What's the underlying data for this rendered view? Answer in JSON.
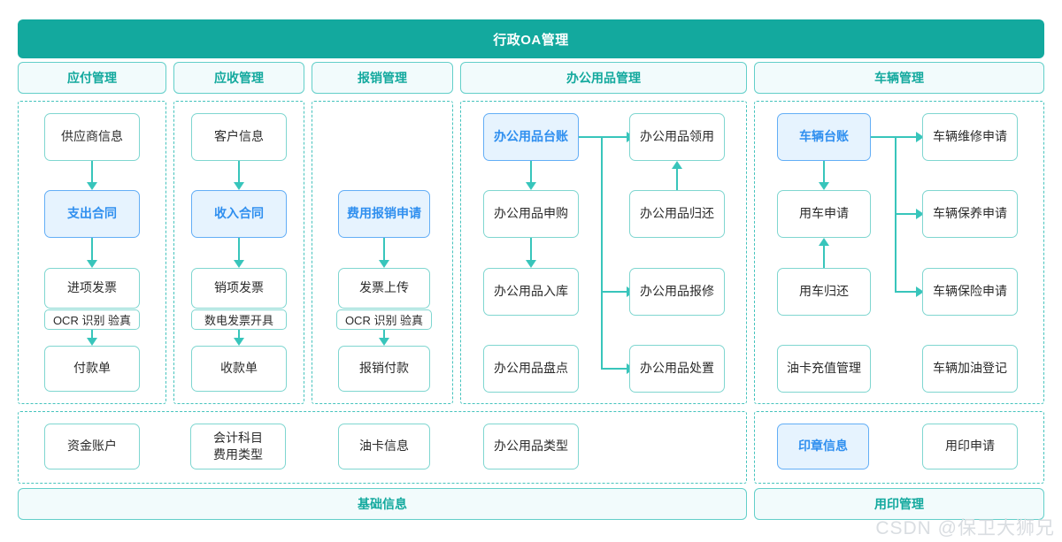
{
  "banner": {
    "title": "行政OA管理"
  },
  "columns": [
    {
      "key": "payable",
      "header": "应付管理"
    },
    {
      "key": "receivable",
      "header": "应收管理"
    },
    {
      "key": "reimburse",
      "header": "报销管理"
    },
    {
      "key": "supplies",
      "header": "办公用品管理"
    },
    {
      "key": "vehicle",
      "header": "车辆管理"
    }
  ],
  "payable": {
    "nodes": [
      {
        "label": "供应商信息",
        "style": "plain"
      },
      {
        "label": "支出合同",
        "style": "blue"
      },
      {
        "label": "进项发票",
        "style": "plain",
        "sub": "OCR 识别 验真"
      },
      {
        "label": "付款单",
        "style": "plain"
      }
    ]
  },
  "receivable": {
    "nodes": [
      {
        "label": "客户信息",
        "style": "plain"
      },
      {
        "label": "收入合同",
        "style": "blue"
      },
      {
        "label": "销项发票",
        "style": "plain",
        "sub": "数电发票开具"
      },
      {
        "label": "收款单",
        "style": "plain"
      }
    ]
  },
  "reimburse": {
    "nodes": [
      {
        "label": "费用报销申请",
        "style": "blue"
      },
      {
        "label": "发票上传",
        "style": "plain",
        "sub": "OCR 识别 验真"
      },
      {
        "label": "报销付款",
        "style": "plain"
      }
    ]
  },
  "supplies": {
    "left": [
      {
        "label": "办公用品台账",
        "style": "blue"
      },
      {
        "label": "办公用品申购",
        "style": "plain"
      },
      {
        "label": "办公用品入库",
        "style": "plain"
      },
      {
        "label": "办公用品盘点",
        "style": "plain"
      }
    ],
    "right": [
      {
        "label": "办公用品领用",
        "style": "plain"
      },
      {
        "label": "办公用品归还",
        "style": "plain"
      },
      {
        "label": "办公用品报修",
        "style": "plain"
      },
      {
        "label": "办公用品处置",
        "style": "plain"
      }
    ]
  },
  "vehicle": {
    "left": [
      {
        "label": "车辆台账",
        "style": "blue"
      },
      {
        "label": "用车申请",
        "style": "plain"
      },
      {
        "label": "用车归还",
        "style": "plain"
      },
      {
        "label": "油卡充值管理",
        "style": "plain"
      }
    ],
    "right": [
      {
        "label": "车辆维修申请",
        "style": "plain"
      },
      {
        "label": "车辆保养申请",
        "style": "plain"
      },
      {
        "label": "车辆保险申请",
        "style": "plain"
      },
      {
        "label": "车辆加油登记",
        "style": "plain"
      }
    ]
  },
  "basic": {
    "footer": "基础信息",
    "nodes": [
      {
        "label": "资金账户",
        "style": "plain"
      },
      {
        "label": "会计科目\n费用类型",
        "style": "plain"
      },
      {
        "label": "油卡信息",
        "style": "plain"
      },
      {
        "label": "办公用品类型",
        "style": "plain"
      }
    ]
  },
  "seal": {
    "footer": "用印管理",
    "nodes": [
      {
        "label": "印章信息",
        "style": "blue"
      },
      {
        "label": "用印申请",
        "style": "plain"
      }
    ]
  },
  "watermark": {
    "text": "CSDN @保卫大狮兄"
  },
  "colors": {
    "banner_bg": "#13a99e",
    "teal_border": "#63cfc9",
    "teal_text": "#13a99e",
    "node_border": "#7fd6d0",
    "connector": "#38c5bb",
    "blue_bg": "#e6f3fe",
    "blue_border": "#63aef6",
    "blue_text": "#2f8fef",
    "pill_bg": "#f2fbfc",
    "watermark": "#d9dde1"
  }
}
